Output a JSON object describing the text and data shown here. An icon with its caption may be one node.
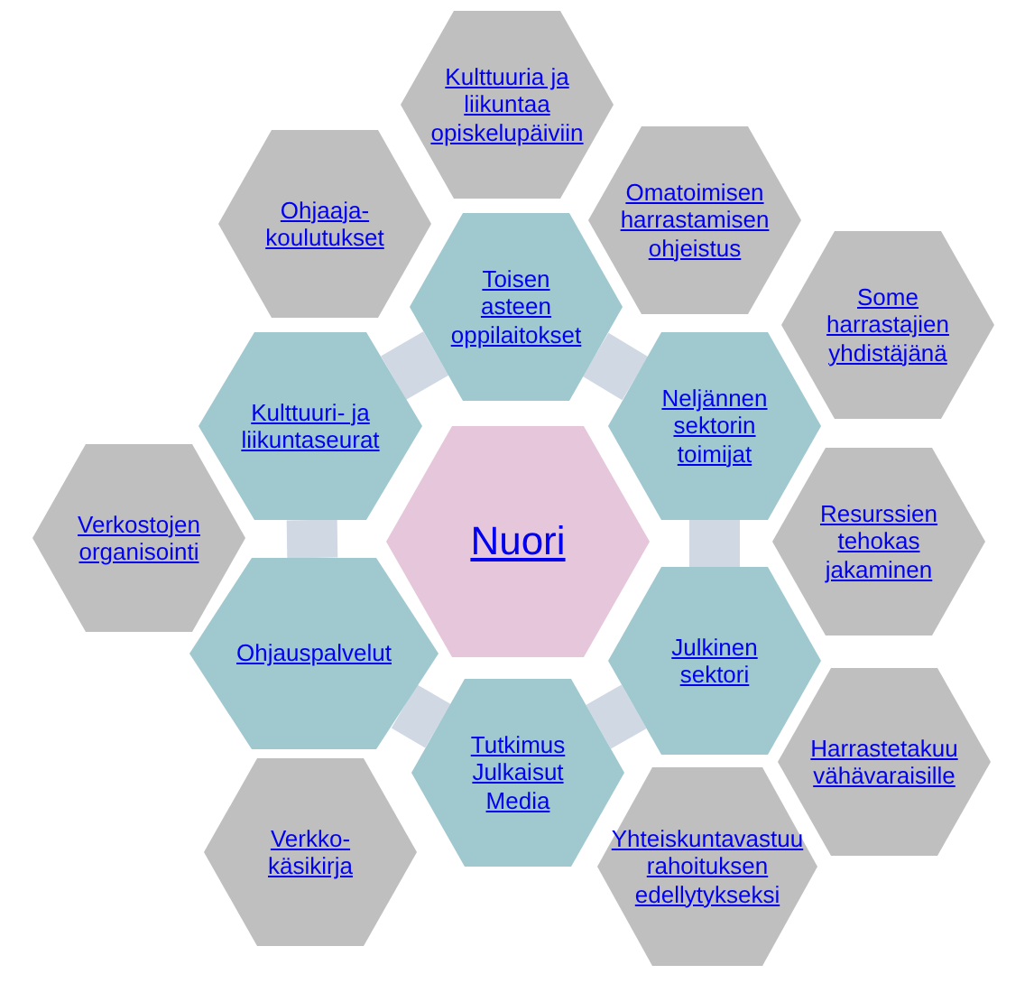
{
  "diagram": {
    "nodes": [
      {
        "text": [
          "Kulttuuria ja liikuntaa opiskelupäiviin"
        ]
      },
      {
        "text": [
          "Ohjaaja-koulutukset"
        ]
      },
      {
        "text": [
          "Omatoimisen harrastamisen ohjeistus"
        ]
      },
      {
        "text": [
          "Toisen asteen oppilaitokset"
        ]
      },
      {
        "text": [
          "Some harrastajien yhdistäjänä"
        ]
      },
      {
        "text": [
          "Kulttuuri- ja liikuntaseurat"
        ]
      },
      {
        "text": [
          "Neljännen sektorin toimijat"
        ]
      },
      {
        "text": [
          "Nuori"
        ]
      },
      {
        "text": [
          "Verkostojen organisointi"
        ]
      },
      {
        "text": [
          "Resurssien tehokas jakaminen"
        ]
      },
      {
        "text": [
          "Ohjauspalvelut"
        ]
      },
      {
        "text": [
          "Julkinen sektori"
        ]
      },
      {
        "text": [
          "Harrastetakuu vähävaraisille"
        ]
      },
      {
        "text": [
          "Tutkimus Julkaisut Media"
        ]
      },
      {
        "text": [
          "Verkko-käsikirja"
        ]
      },
      {
        "text": [
          "Yhteiskuntavastuu rahoituksen edellytykseksi"
        ]
      }
    ],
    "edges": [
      {
        "from": 3,
        "to": 6,
        "arrow": "none"
      },
      {
        "from": 6,
        "to": 11,
        "arrow": "none"
      },
      {
        "from": 11,
        "to": 13,
        "arrow": "none"
      },
      {
        "from": 13,
        "to": 10,
        "arrow": "none"
      },
      {
        "from": 10,
        "to": 5,
        "arrow": "none"
      },
      {
        "from": 5,
        "to": 3,
        "arrow": "none"
      }
    ]
  }
}
